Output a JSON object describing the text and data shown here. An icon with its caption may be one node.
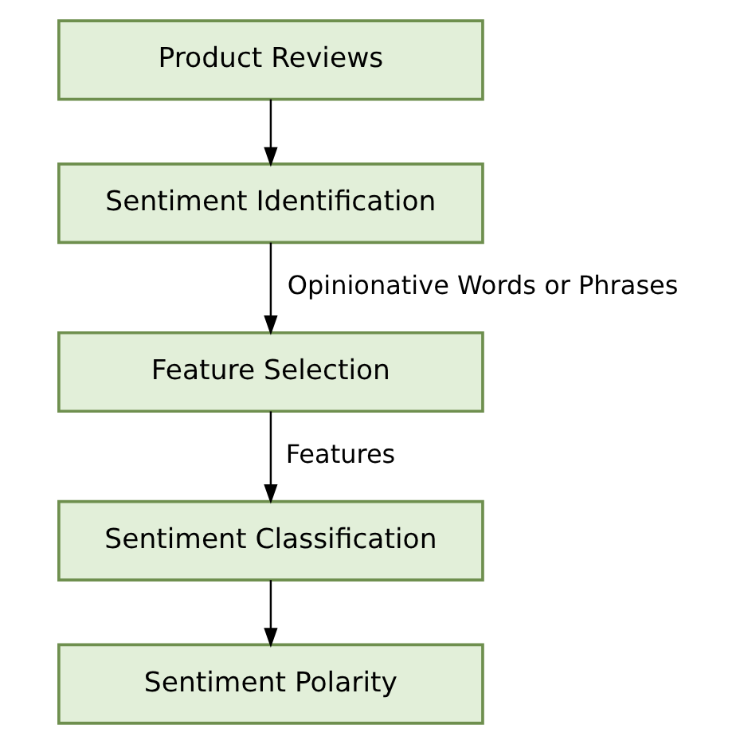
{
  "diagram": {
    "nodes": [
      {
        "text": [
          "Product Reviews"
        ]
      },
      {
        "text": [
          "Sentiment Identification"
        ]
      },
      {
        "text": [
          "Feature Selection"
        ]
      },
      {
        "text": [
          "Sentiment Classification"
        ]
      },
      {
        "text": [
          "Sentiment Polarity"
        ]
      }
    ],
    "edges": [
      {
        "from": 0,
        "to": 1,
        "arrow": "to"
      },
      {
        "from": 1,
        "to": 2,
        "arrow": "to",
        "label": "Opinionative Words or Phrases"
      },
      {
        "from": 2,
        "to": 3,
        "arrow": "to",
        "label": "Features"
      },
      {
        "from": 3,
        "to": 4,
        "arrow": "to"
      }
    ]
  }
}
